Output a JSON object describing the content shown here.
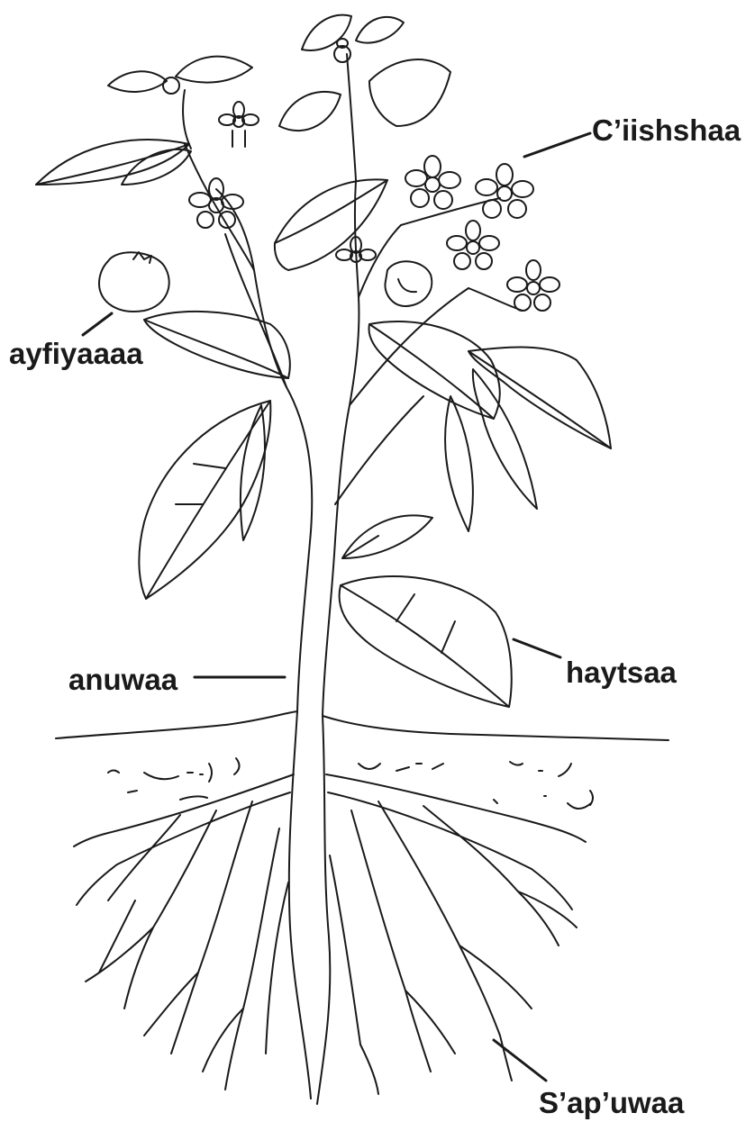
{
  "labels": {
    "flower": "C’iishshaa",
    "fruit": "ayfiyaaaa",
    "stem": "anuwaa",
    "leaf": "haytsaa",
    "root": "S’ap’uwaa"
  }
}
